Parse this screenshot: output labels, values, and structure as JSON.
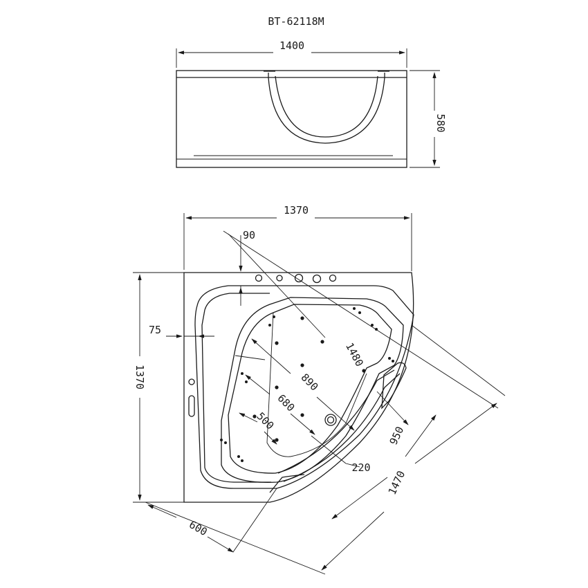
{
  "title": "BT-62118M",
  "side_view": {
    "width_label": "1400",
    "height_label": "580"
  },
  "top_view": {
    "width_label": "1370",
    "height_label": "1370",
    "rim_label": "90",
    "side_label": "75",
    "labels": {
      "d1480": "1480",
      "d890": "890",
      "d680": "680",
      "d500": "500",
      "d220": "220",
      "d950": "950",
      "d1470": "1470",
      "d600": "600"
    }
  }
}
